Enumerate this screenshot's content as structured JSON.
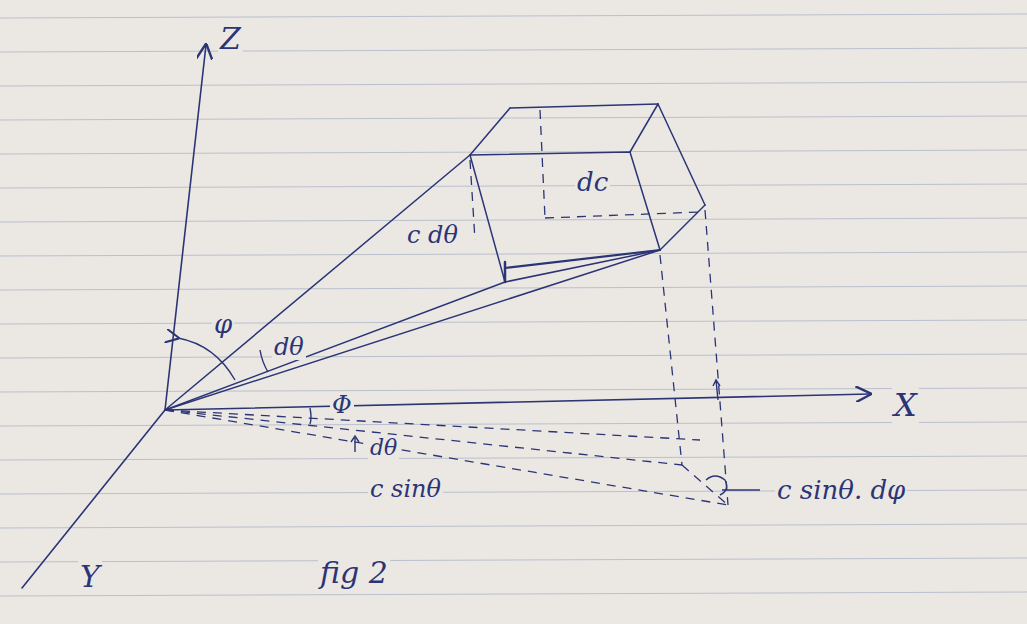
{
  "diagram": {
    "labels": [
      "Z",
      "X",
      "Y",
      "φ",
      "dθ",
      "dc",
      "c dθ",
      "Φ",
      "dθ",
      "c sinθ",
      "c sinθ. dφ",
      "fig 2"
    ]
  }
}
